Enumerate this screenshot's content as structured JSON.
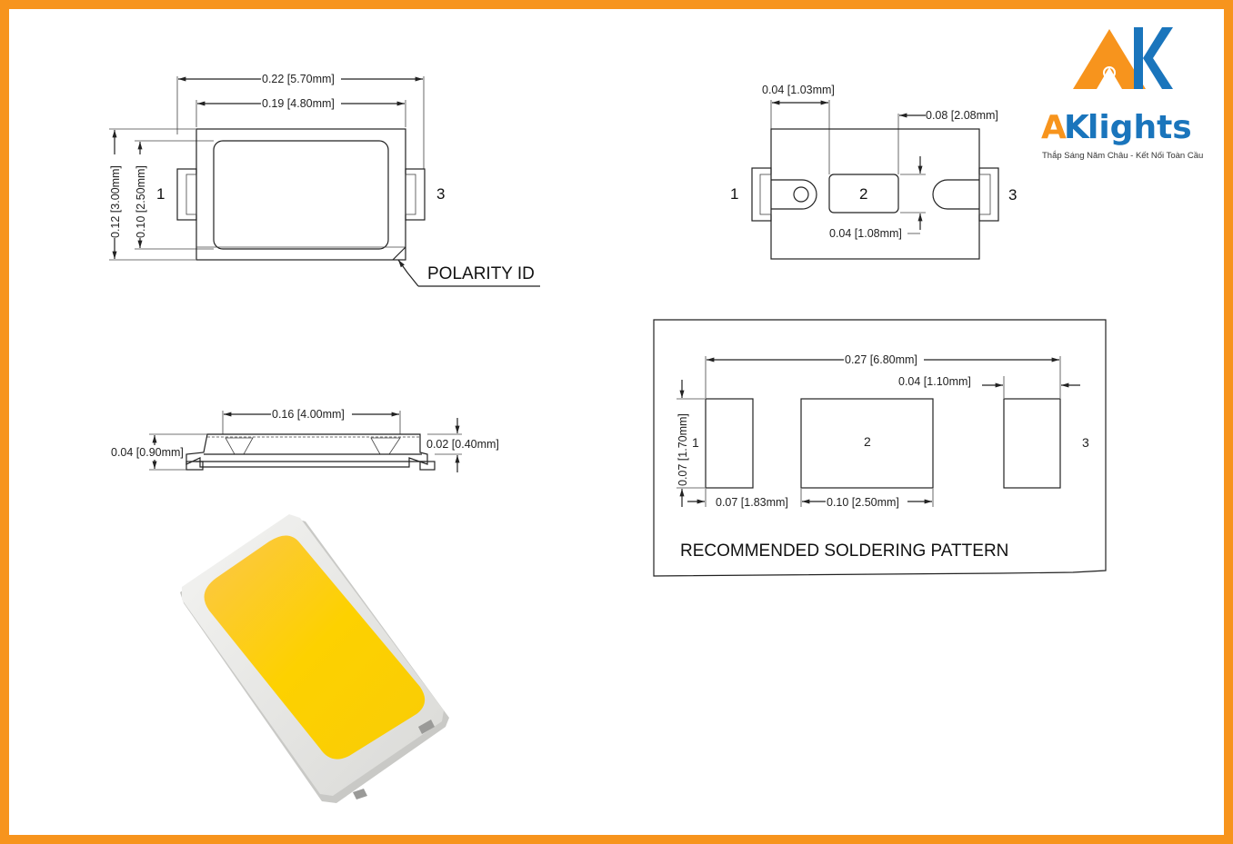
{
  "logo": {
    "brand_a": "A",
    "brand_k": "K",
    "brand_lights": "lights",
    "tagline": "Thắp Sáng Năm Châu - Kết Nối Toàn Cầu",
    "colors": {
      "orange": "#f7941d",
      "blue": "#1a75bc"
    }
  },
  "top_view": {
    "dim_width_outer": "0.22 [5.70mm]",
    "dim_width_inner": "0.19 [4.80mm]",
    "dim_height_outer": "0.12 [3.00mm]",
    "dim_height_inner": "0.10 [2.50mm]",
    "pin_left": "1",
    "pin_right": "3",
    "polarity_label": "POLARITY ID"
  },
  "bottom_view": {
    "dim_a": "0.04 [1.03mm]",
    "dim_b": "0.08 [2.08mm]",
    "dim_c": "0.04 [1.08mm]",
    "pin_left": "1",
    "pin_center": "2",
    "pin_right": "3"
  },
  "side_view": {
    "dim_top": "0.16 [4.00mm]",
    "dim_left": "0.04 [0.90mm]",
    "dim_right": "0.02 [0.40mm]"
  },
  "soldering": {
    "title": "RECOMMENDED SOLDERING PATTERN",
    "dim_total": "0.27 [6.80mm]",
    "dim_gap": "0.04 [1.10mm]",
    "dim_height": "0.07 [1.70mm]",
    "dim_pad1": "0.07 [1.83mm]",
    "dim_pad2": "0.10 [2.50mm]",
    "pad_1": "1",
    "pad_2": "2",
    "pad_3": "3"
  },
  "colors": {
    "frame": "#f7941d",
    "led_phosphor": "#fdd100"
  }
}
